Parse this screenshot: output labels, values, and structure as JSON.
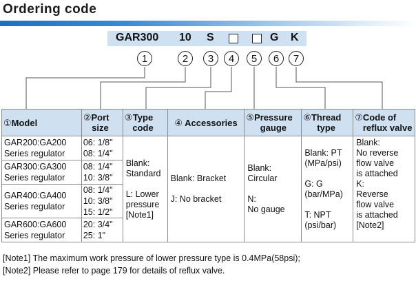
{
  "header": {
    "title": "Ordering code"
  },
  "code": {
    "model": "GAR300",
    "size": "10",
    "type": "S",
    "thread": "G",
    "reflux": "K"
  },
  "numbers": [
    "1",
    "2",
    "3",
    "4",
    "5",
    "6",
    "7"
  ],
  "table": {
    "headers": {
      "model": {
        "circle": "①",
        "label": "Model"
      },
      "port": {
        "circle": "②",
        "label": "Port\nsize"
      },
      "type": {
        "circle": "③",
        "label": "Type\ncode"
      },
      "accessories": {
        "circle": "④",
        "label": " Accessories"
      },
      "pressure": {
        "circle": "⑤",
        "label": "Pressure\ngauge"
      },
      "thread": {
        "circle": "⑥",
        "label": "Thread\ntype"
      },
      "reflux": {
        "circle": "⑦",
        "label": "Code of\nreflux valve"
      }
    },
    "models": [
      {
        "name": "GAR200:GA200\nSeries regulator",
        "sizes": "06: 1/8\"\n08: 1/4\""
      },
      {
        "name": "GAR300:GA300\nSeries regulator",
        "sizes": "08: 1/4\"\n10: 3/8\""
      },
      {
        "name": "GAR400:GA400\nSeries regulator",
        "sizes": "08: 1/4\"\n10: 3/8\"\n15: 1/2\""
      },
      {
        "name": "GAR600:GA600\nSeries regulator",
        "sizes": "20: 3/4\"\n25: 1\""
      }
    ],
    "type_code": "Blank:\nStandard\n\nL: Lower\npressure\n[Note1]",
    "accessories": "Blank: Bracket\n\nJ: No bracket",
    "pressure_gauge": "Blank:\n   Circular\n\nN:\n   No gauge",
    "thread_type": "Blank: PT\n   (MPa/psi)\n\nG: G\n   (bar/MPa)\n\nT: NPT\n   (psi/bar)",
    "reflux_valve": "Blank:\n   No reverse\n   flow valve\n   is attached\nK:\n   Reverse\n   flow valve\n   is attached\n[Note2]"
  },
  "notes": [
    "[Note1]  The maximum work pressure of lower pressure type is 0.4MPa(58psi);",
    "[Note2]  Please refer to page 179 for details of reflux valve."
  ]
}
